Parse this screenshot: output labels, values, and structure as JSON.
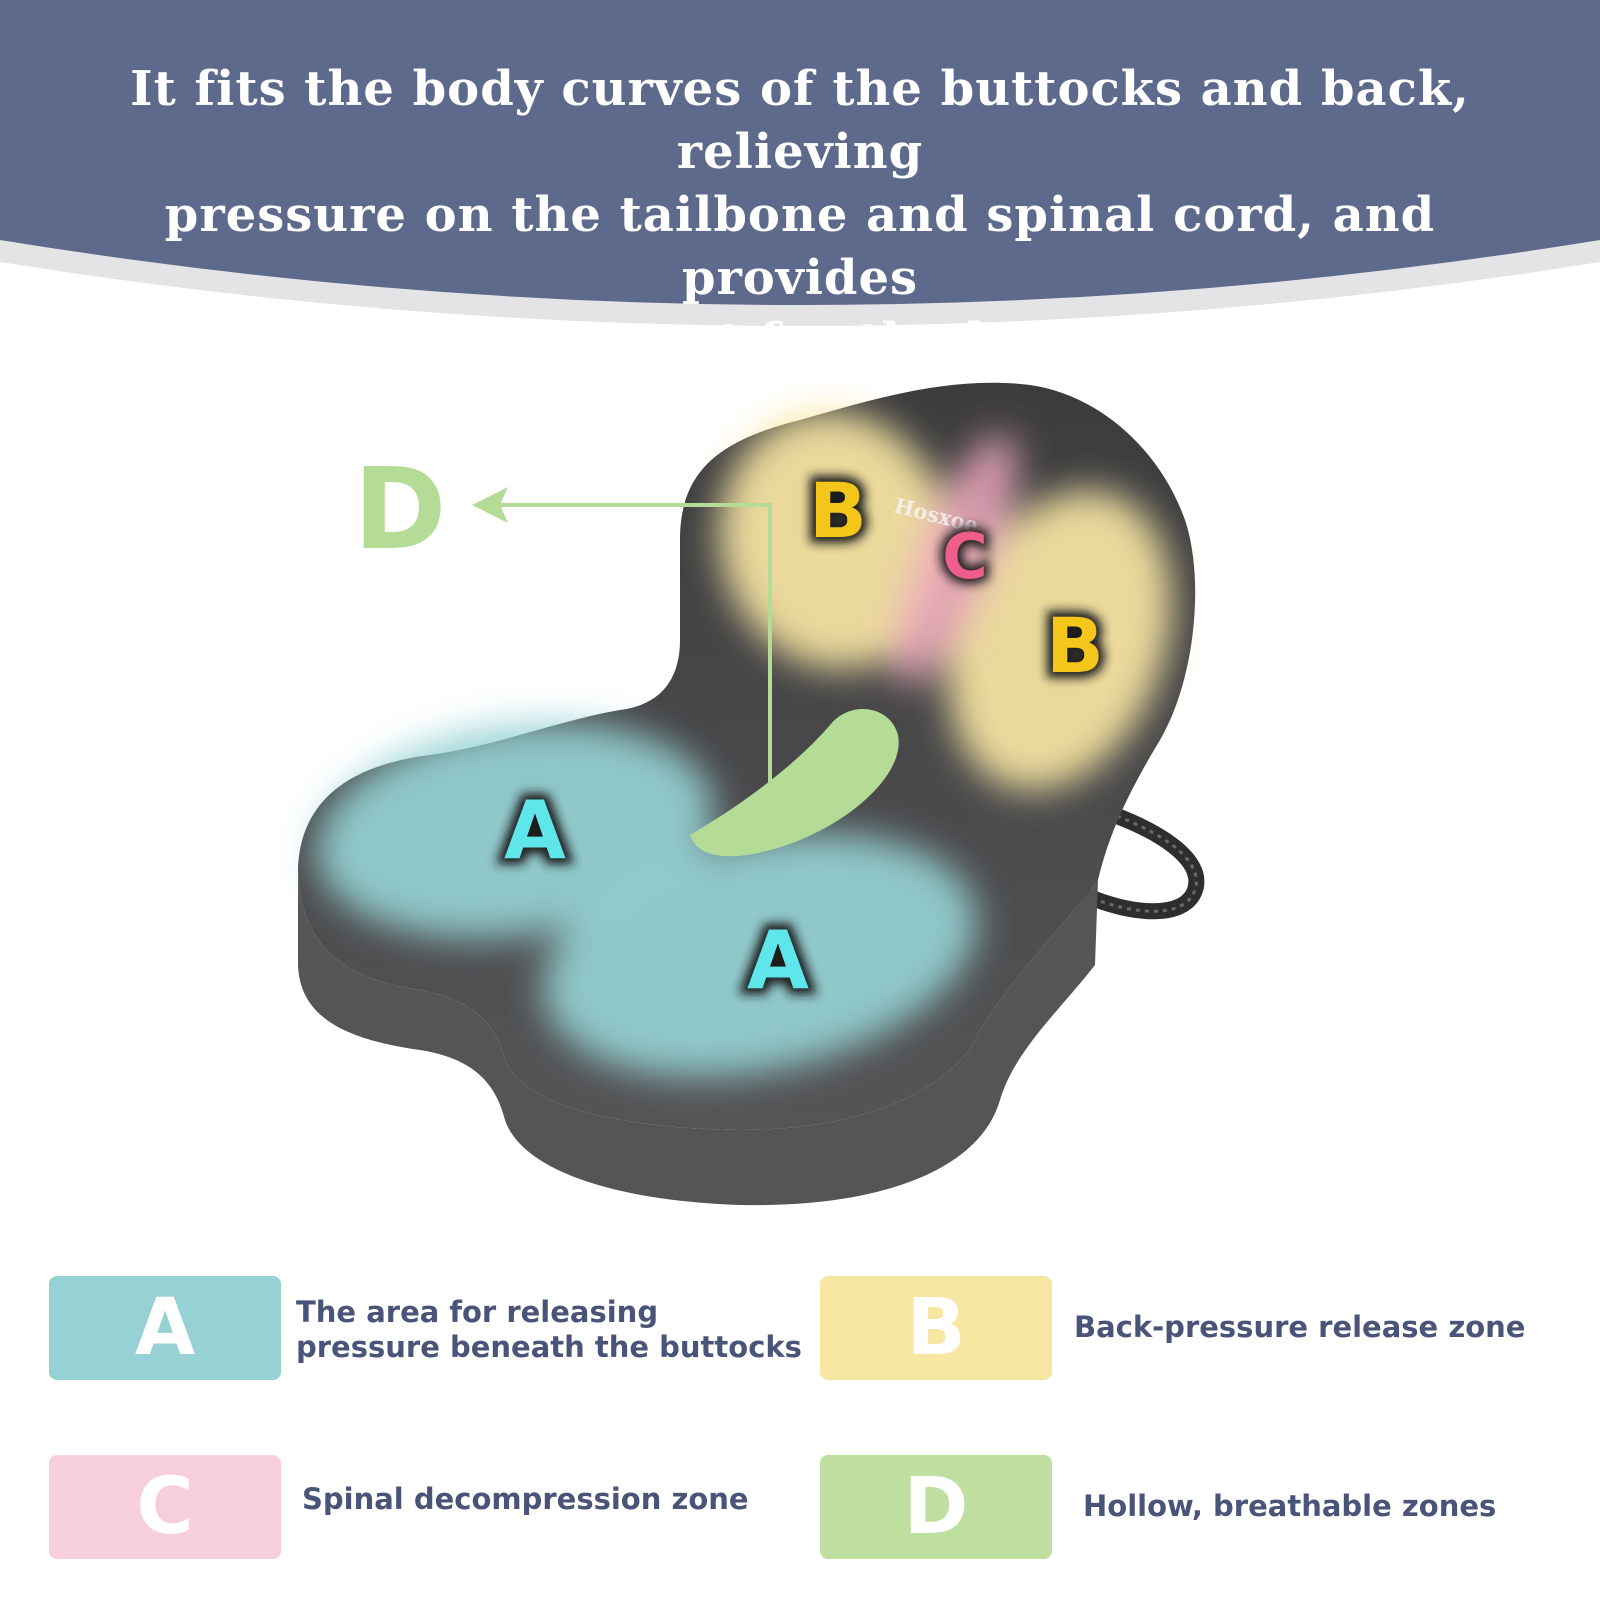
{
  "header": {
    "headline_lines": [
      "It fits the body curves of the buttocks and back, relieving",
      "pressure on the tailbone and spinal cord, and provides",
      "comprehensive support for the buttocks and waist."
    ]
  },
  "illustration": {
    "brand_mark": "Hosxoe",
    "pointer_label": "D",
    "zone_labels": {
      "seat_left": "A",
      "seat_right": "A",
      "back_left": "B",
      "back_right": "B",
      "spine": "C"
    }
  },
  "legend": [
    {
      "letter": "A",
      "description_lines": [
        "The area for releasing",
        "pressure beneath the buttocks"
      ],
      "color": "#96d1d4"
    },
    {
      "letter": "B",
      "description_lines": [
        "Back-pressure release zone"
      ],
      "color": "#f8e6a3"
    },
    {
      "letter": "C",
      "description_lines": [
        "Spinal decompression zone"
      ],
      "color": "#f7cfda"
    },
    {
      "letter": "D",
      "description_lines": [
        "Hollow, breathable zones"
      ],
      "color": "#bfdfa1"
    }
  ],
  "colors": {
    "banner": "#5e6a8c",
    "legend_text": "#4a5478",
    "zone_a": "#96d1d4",
    "zone_b": "#f8e6a3",
    "zone_c": "#f0a9c0",
    "zone_d": "#b5dc97",
    "cushion": "#4a4a4c",
    "label_a": "#5fe6ea",
    "label_b": "#f4c61a",
    "label_c": "#ef5d8a"
  }
}
